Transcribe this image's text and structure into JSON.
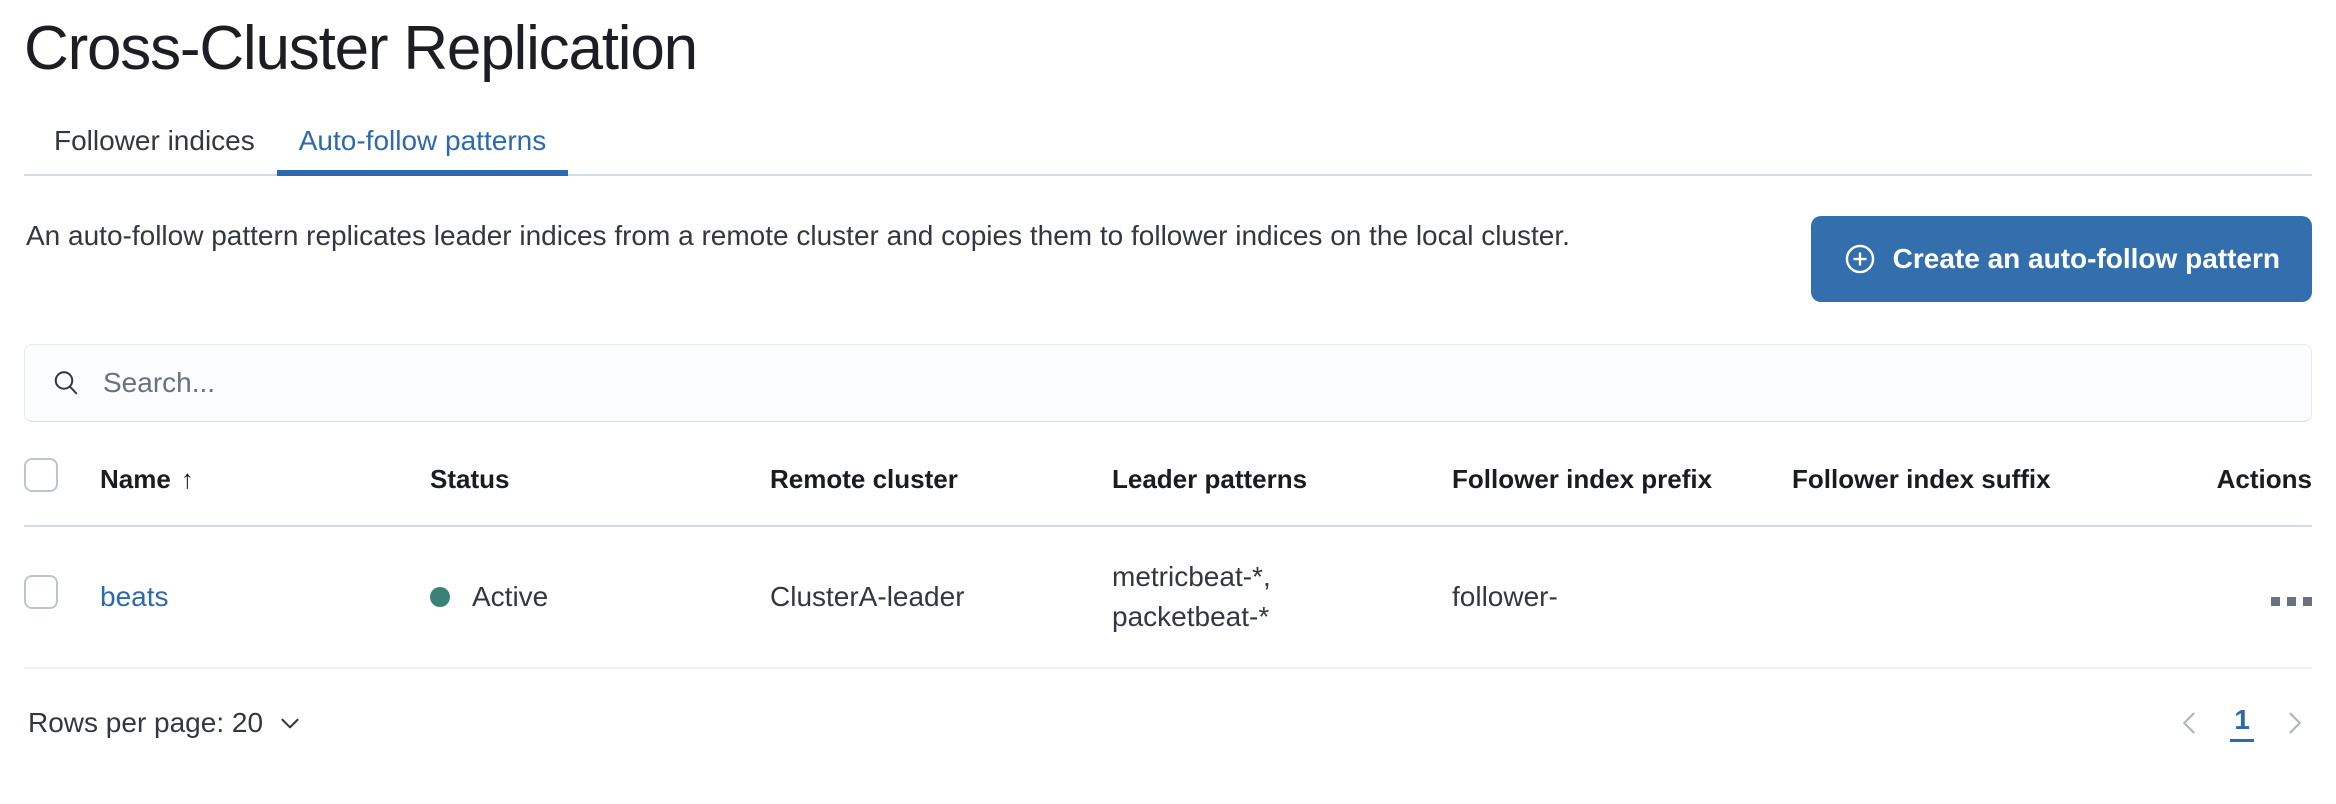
{
  "header": {
    "title": "Cross-Cluster Replication"
  },
  "tabs": [
    {
      "label": "Follower indices",
      "active": false,
      "name": "tab-follower-indices"
    },
    {
      "label": "Auto-follow patterns",
      "active": true,
      "name": "tab-auto-follow-patterns"
    }
  ],
  "intro": {
    "description": "An auto-follow pattern replicates leader indices from a remote cluster and copies them to follower indices on the local cluster.",
    "create_button_label": "Create an auto-follow pattern",
    "create_button_icon": "plus-in-circle-icon"
  },
  "search": {
    "placeholder": "Search...",
    "value": "",
    "icon": "search-icon"
  },
  "table": {
    "columns": [
      {
        "label": "Name",
        "sorted": "asc",
        "sort_icon": "arrow-up-icon"
      },
      {
        "label": "Status"
      },
      {
        "label": "Remote cluster"
      },
      {
        "label": "Leader patterns"
      },
      {
        "label": "Follower index prefix"
      },
      {
        "label": "Follower index suffix"
      },
      {
        "label": "Actions"
      }
    ],
    "rows": [
      {
        "name": "beats",
        "status": "Active",
        "status_color": "#3A8278",
        "remote_cluster": "ClusterA-leader",
        "leader_patterns_line1": "metricbeat-*,",
        "leader_patterns_line2": "packetbeat-*",
        "follower_index_prefix": "follower-",
        "follower_index_suffix": "",
        "actions_icon": "ellipsis-horizontal-icon"
      }
    ]
  },
  "footer": {
    "rows_per_page_label": "Rows per page: 20",
    "rows_per_page_icon": "chevron-down-icon",
    "prev_icon": "chevron-left-icon",
    "next_icon": "chevron-right-icon",
    "current_page": "1"
  },
  "colors": {
    "accent_blue": "#2C69B1",
    "button_blue": "#336FAD",
    "success_green": "#3A8278",
    "text": "#343741",
    "border": "#D3DAE6"
  }
}
